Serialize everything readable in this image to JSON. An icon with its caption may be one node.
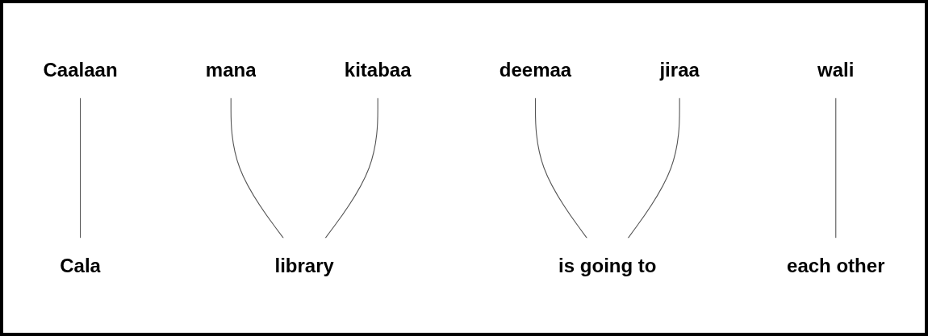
{
  "diagram": {
    "nodes": [
      {
        "text": [
          "Caalaan"
        ]
      },
      {
        "text": [
          "mana"
        ]
      },
      {
        "text": [
          "kitabaa"
        ]
      },
      {
        "text": [
          "deemaa"
        ]
      },
      {
        "text": [
          "jiraa"
        ]
      },
      {
        "text": [
          "wali"
        ]
      },
      {
        "text": [
          "Cala"
        ]
      },
      {
        "text": [
          "is going to"
        ]
      },
      {
        "text": [
          "library"
        ]
      },
      {
        "text": [
          "each other"
        ]
      }
    ],
    "edges": [
      {
        "from": 0,
        "to": 6,
        "arrow": "none"
      },
      {
        "from": 1,
        "to": 8,
        "arrow": "none"
      },
      {
        "from": 2,
        "to": 8,
        "arrow": "none"
      },
      {
        "from": 3,
        "to": 7,
        "arrow": "none"
      },
      {
        "from": 4,
        "to": 7,
        "arrow": "none"
      },
      {
        "from": 5,
        "to": 9,
        "arrow": "none"
      }
    ]
  }
}
